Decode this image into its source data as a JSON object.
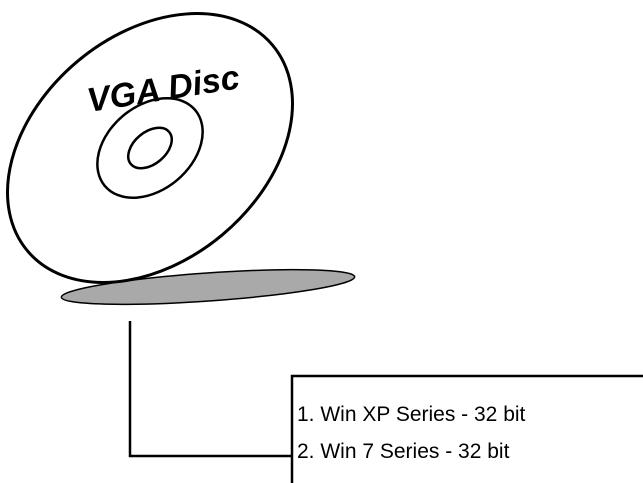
{
  "disc": {
    "label": "VGA Disc",
    "fill_color": "#ffffff",
    "stroke_color": "#000000",
    "shadow_color": "#a9a9a9"
  },
  "os_list": {
    "items": [
      "1. Win XP Series - 32 bit",
      "2. Win 7 Series - 32 bit"
    ]
  }
}
